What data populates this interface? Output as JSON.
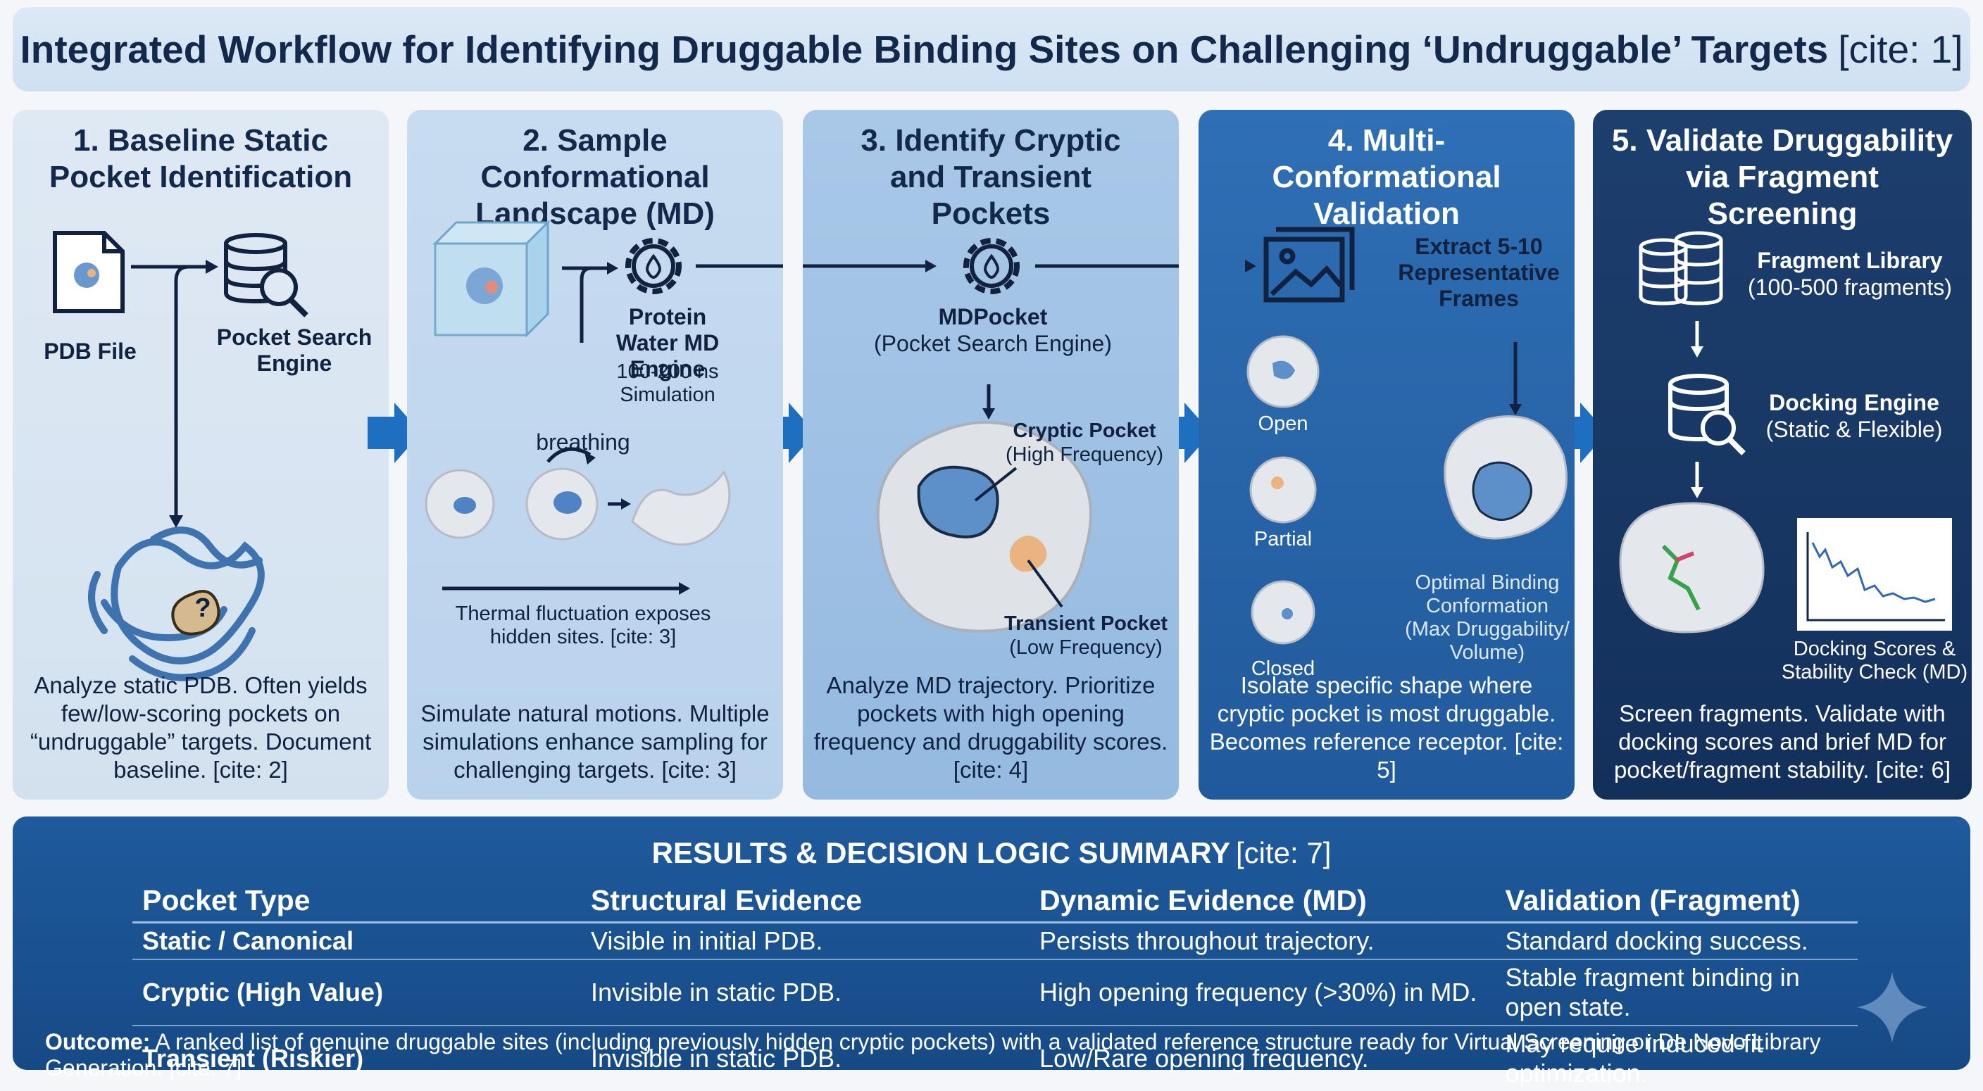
{
  "title": {
    "main": "Integrated Workflow for Identifying Druggable Binding Sites on Challenging ‘Undruggable’ Targets",
    "cite": "[cite: 1]"
  },
  "panels": [
    {
      "title": "1. Baseline Static Pocket Identification",
      "labels": {
        "pdb": "PDB File",
        "search": "Pocket Search Engine",
        "question": "?"
      },
      "description": "Analyze static PDB. Often yields few/low-scoring pockets on “undruggable” targets. Document baseline. [cite: 2]"
    },
    {
      "title": "2. Sample Conformational Landscape (MD)",
      "labels": {
        "engine": "Protein Water MD Engine",
        "sim": "100-200 ns Simulation",
        "breathing": "breathing",
        "thermal": "Thermal fluctuation exposes hidden sites. [cite: 3]"
      },
      "description": "Simulate natural motions. Multiple simulations enhance sampling for challenging targets. [cite: 3]"
    },
    {
      "title": "3. Identify Cryptic and Transient Pockets",
      "labels": {
        "engine": "MDPocket",
        "engine_sub": "(Pocket Search Engine)",
        "cryptic": "Cryptic Pocket",
        "cryptic_sub": "(High Frequency)",
        "transient": "Transient Pocket",
        "transient_sub": "(Low Frequency)"
      },
      "description": "Analyze MD trajectory. Prioritize pockets with high opening frequency and druggability scores. [cite: 4]"
    },
    {
      "title": "4. Multi-Conformational Validation",
      "labels": {
        "extract": "Extract 5-10 Representative Frames",
        "open": "Open",
        "partial": "Partial",
        "closed": "Closed",
        "optimal": "Optimal Binding Conformation (Max Druggability/ Volume)"
      },
      "description": "Isolate specific shape where cryptic pocket is most druggable. Becomes reference receptor. [cite: 5]"
    },
    {
      "title": "5. Validate Druggability via Fragment Screening",
      "labels": {
        "library": "Fragment Library",
        "library_sub": "(100-500 fragments)",
        "docking": "Docking Engine",
        "docking_sub": "(Static & Flexible)",
        "scores": "Docking Scores & Stability Check (MD)"
      },
      "description": "Screen fragments. Validate with docking scores and brief MD for pocket/fragment stability. [cite: 6]"
    }
  ],
  "results": {
    "title": "RESULTS & DECISION LOGIC SUMMARY",
    "cite": "[cite: 7]",
    "headers": [
      "Pocket Type",
      "Structural Evidence",
      "Dynamic Evidence (MD)",
      "Validation (Fragment)"
    ],
    "rows": [
      [
        "Static / Canonical",
        "Visible in initial PDB.",
        "Persists throughout trajectory.",
        "Standard docking success."
      ],
      [
        "Cryptic (High Value)",
        "Invisible in static PDB.",
        "High opening frequency (>30%) in MD.",
        "Stable fragment binding in open state."
      ],
      [
        "Transient (Riskier)",
        "Invisible in static PDB.",
        "Low/Rare opening frequency.",
        "May require induced-fit optimization."
      ]
    ],
    "outcome_label": "Outcome:",
    "outcome_text": "A ranked list of genuine druggable sites (including previously hidden cryptic pockets) with a validated reference structure ready for Virtual Screening or De Novo Library Generation. [cite: 7]"
  },
  "colors": {
    "accent_blue": "#1f6fc0",
    "navy": "#13294b",
    "pocket_blue": "#5d8fc9",
    "pocket_orange": "#e9b47f"
  },
  "icons": [
    "document-icon",
    "database-search-icon",
    "gear-drop-icon",
    "image-frames-icon",
    "database-stack-icon",
    "sparkle-icon"
  ]
}
